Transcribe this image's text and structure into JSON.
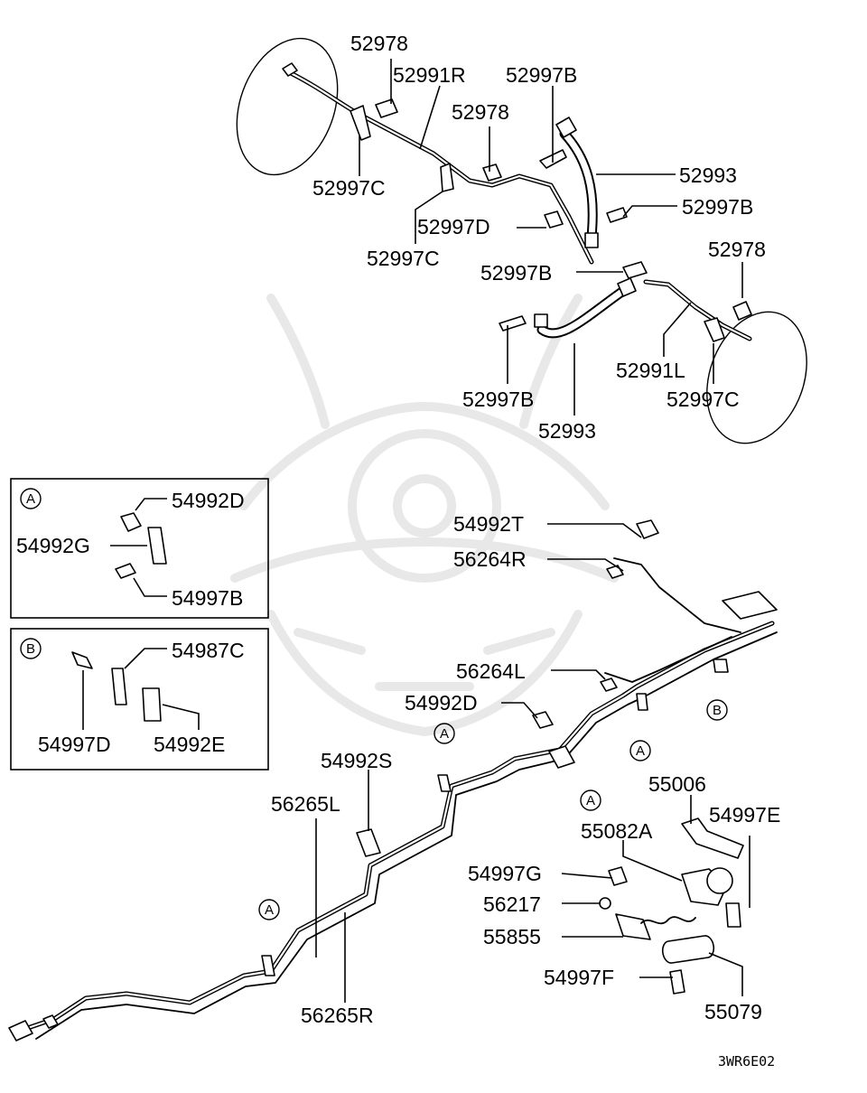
{
  "diagram_code": "3WR6E02",
  "inset_a": {
    "letter": "A",
    "labels": [
      "54992D",
      "54992G",
      "54997B"
    ]
  },
  "inset_b": {
    "letter": "B",
    "labels": [
      "54987C",
      "54997D",
      "54992E"
    ]
  },
  "markers": {
    "a": "A",
    "b": "B"
  },
  "labels": {
    "l52978_top": "52978",
    "l52991R": "52991R",
    "l52997B_top": "52997B",
    "l52978_mid": "52978",
    "l52993_top": "52993",
    "l52997C_left": "52997C",
    "l52997B_r": "52997B",
    "l52997D": "52997D",
    "l52997C_bottom": "52997C",
    "l52978_right": "52978",
    "l52997B_center": "52997B",
    "l52991L": "52991L",
    "l52997B_low": "52997B",
    "l52997C_right": "52997C",
    "l52993_low": "52993",
    "l54992T": "54992T",
    "l56264R": "56264R",
    "l56264L": "56264L",
    "l54992D": "54992D",
    "l54992S": "54992S",
    "l56265L": "56265L",
    "l56265R": "56265R",
    "l55006": "55006",
    "l54997E": "54997E",
    "l55082A": "55082A",
    "l54997G": "54997G",
    "l56217": "56217",
    "l55855": "55855",
    "l54997F": "54997F",
    "l55079": "55079"
  }
}
